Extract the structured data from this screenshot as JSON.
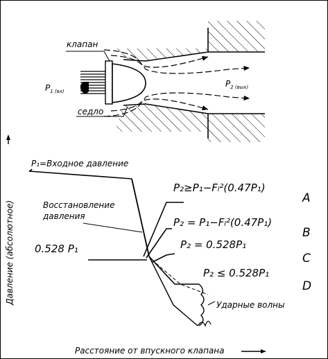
{
  "valve_labels": {
    "valve": "клапан",
    "seat": "седло",
    "p1": "P",
    "p1_sub": "1 (вх)",
    "p2": "P",
    "p2_sub": "2 (вых)"
  },
  "graph": {
    "inlet_pressure": "P₁=Входное давление",
    "recovery_line1": "Восстановление",
    "recovery_line2": "давления",
    "ref_value": "0.528 P₁",
    "y_axis_label": "Давление (абсолютное)",
    "x_axis_label": "Расстояние от впускного клапана",
    "shock_waves": "Ударные волны"
  },
  "curves": [
    {
      "letter": "A",
      "equation": "P₂≥P₁−Fₗ²(0.47P₁)"
    },
    {
      "letter": "B",
      "equation": "P₂ = P₁−Fₗ²(0.47P₁)"
    },
    {
      "letter": "C",
      "equation": "P₂ = 0.528P₁"
    },
    {
      "letter": "D",
      "equation": "P₂ ≤ 0.528P₁"
    }
  ]
}
